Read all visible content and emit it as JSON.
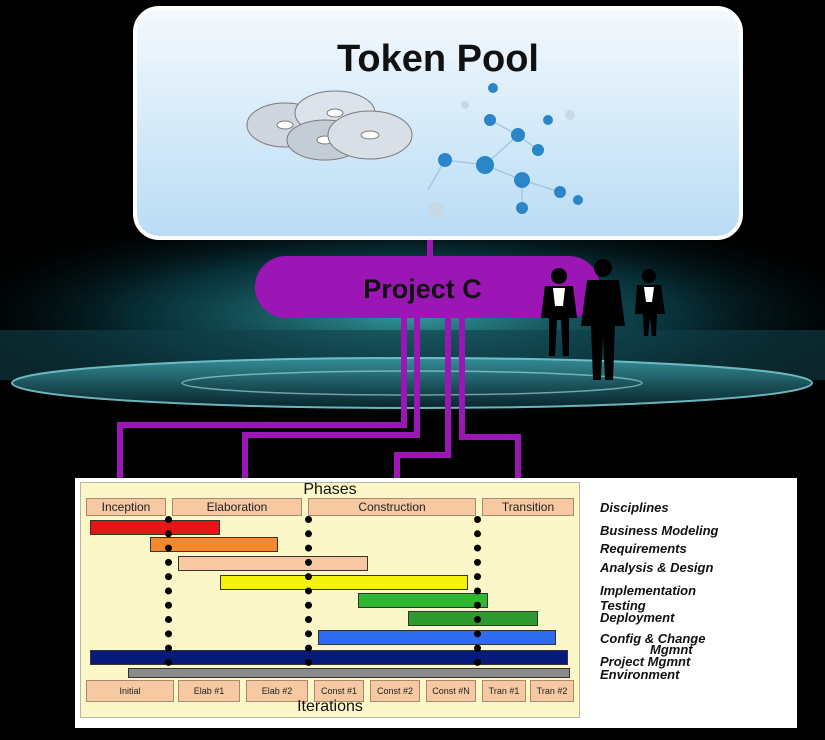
{
  "token_pool": {
    "title": "Token Pool"
  },
  "project": {
    "label": "Project C"
  },
  "chart": {
    "phases_title": "Phases",
    "phases": [
      "Inception",
      "Elaboration",
      "Construction",
      "Transition"
    ],
    "iterations_title": "Iterations",
    "iterations": [
      "Initial",
      "Elab #1",
      "Elab #2",
      "Const #1",
      "Const #2",
      "Const #N",
      "Tran #1",
      "Tran #2"
    ],
    "disciplines_header": "Disciplines",
    "disciplines": [
      "Business Modeling",
      "Requirements",
      "Analysis & Design",
      "Implementation",
      "Testing",
      "Deployment",
      "Config & Change",
      "Mgmnt",
      "Project Mgmnt",
      "Environment"
    ]
  },
  "colors": {
    "connector": "#9c16b5",
    "bar_business_modeling": "#e51616",
    "bar_requirements": "#f5882f",
    "bar_analysis": "#f8c9a0",
    "bar_implementation": "#f2f20c",
    "bar_testing": "#2fb72f",
    "bar_deployment": "#2f9a2f",
    "bar_config": "#2f6bee",
    "bar_project": "#071a7c",
    "bar_environment": "#8a8a8a"
  }
}
